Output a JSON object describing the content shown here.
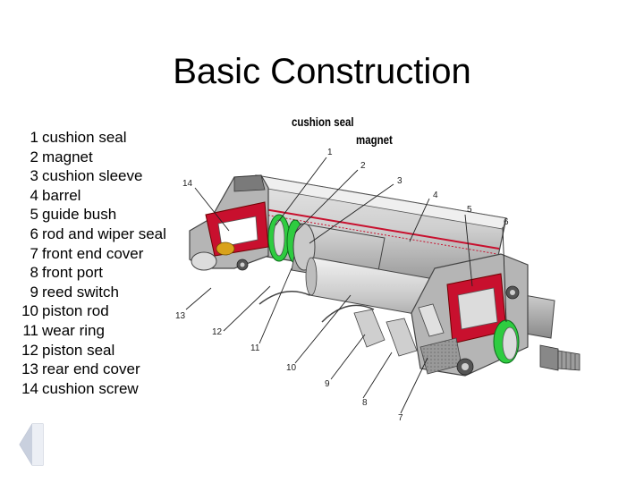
{
  "slide": {
    "title": "Basic Construction",
    "diagram_labels": {
      "header_1": "cushion seal",
      "header_2": "magnet"
    }
  },
  "legend": [
    {
      "num": "1",
      "label": "cushion seal"
    },
    {
      "num": "2",
      "label": "magnet"
    },
    {
      "num": "3",
      "label": "cushion sleeve"
    },
    {
      "num": "4",
      "label": "barrel"
    },
    {
      "num": "5",
      "label": "guide bush"
    },
    {
      "num": "6",
      "label": "rod and wiper seal"
    },
    {
      "num": "7",
      "label": "front end cover"
    },
    {
      "num": "8",
      "label": "front port"
    },
    {
      "num": "9",
      "label": "reed switch"
    },
    {
      "num": "10",
      "label": "piston rod"
    },
    {
      "num": "11",
      "label": "wear ring"
    },
    {
      "num": "12",
      "label": "piston seal"
    },
    {
      "num": "13",
      "label": "rear end cover"
    },
    {
      "num": "14",
      "label": "cushion screw"
    }
  ],
  "callouts": {
    "c1": "1",
    "c2": "2",
    "c3": "3",
    "c4": "4",
    "c5": "5",
    "c6": "6",
    "c7": "7",
    "c8": "8",
    "c9": "9",
    "c10": "10",
    "c11": "11",
    "c12": "12",
    "c13": "13",
    "c14": "14"
  },
  "colors": {
    "accent_red": "#c8102e",
    "seal_green": "#2ecc40",
    "metal_grey": "#9a9a9a"
  },
  "navigation": {
    "back_icon": "back-arrow-icon"
  }
}
